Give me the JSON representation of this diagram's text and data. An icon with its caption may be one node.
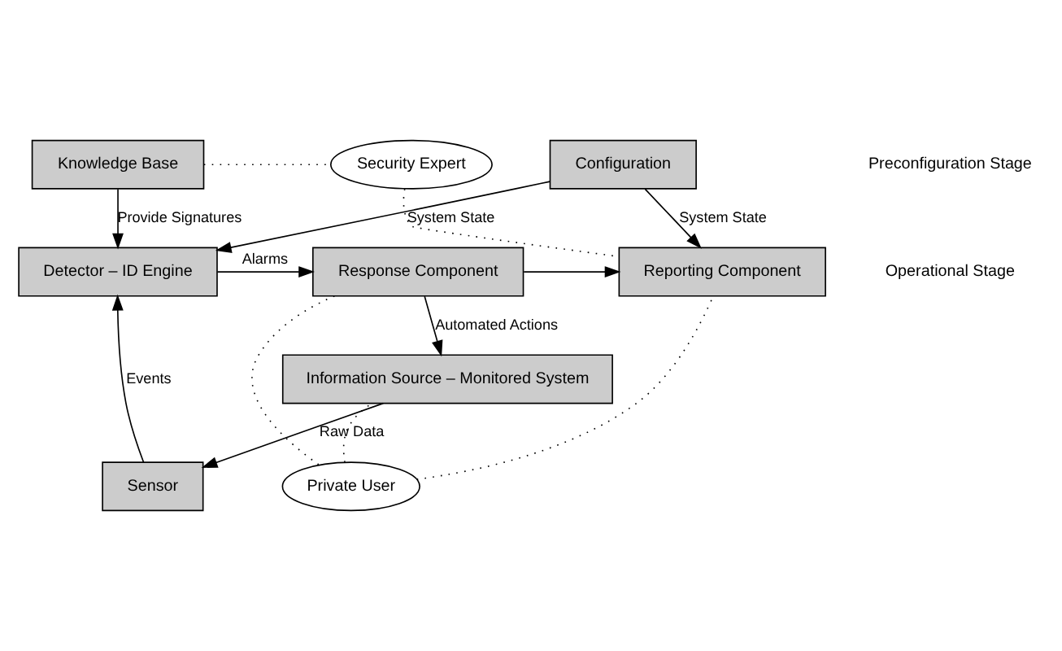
{
  "diagram": {
    "nodes": [
      {
        "text": [
          "Knowledge Base"
        ]
      },
      {
        "text": [
          "Security Expert"
        ]
      },
      {
        "text": [
          "Configuration"
        ]
      },
      {
        "text": [
          "Detector – ID Engine"
        ]
      },
      {
        "text": [
          "Response Component"
        ]
      },
      {
        "text": [
          "Reporting Component"
        ]
      },
      {
        "text": [
          "Sensor"
        ]
      },
      {
        "text": [
          "Private User"
        ]
      },
      {
        "text": [
          "Information Source – Monitored System"
        ]
      }
    ],
    "edges": [
      {
        "from": 0,
        "to": 3,
        "arrow": "to",
        "label": "Provide Signatures"
      },
      {
        "from": 0,
        "to": 1,
        "arrow": "none",
        "style": "dashed"
      },
      {
        "from": 1,
        "to": 5,
        "arrow": "none",
        "style": "dashed"
      },
      {
        "from": 2,
        "to": 3,
        "arrow": "to",
        "label": "System State"
      },
      {
        "from": 2,
        "to": 5,
        "arrow": "to",
        "label": "System State"
      },
      {
        "from": 3,
        "to": 4,
        "arrow": "to",
        "label": "Alarms"
      },
      {
        "from": 4,
        "to": 5,
        "arrow": "to"
      },
      {
        "from": 6,
        "to": 3,
        "arrow": "to",
        "label": "Events"
      },
      {
        "from": 8,
        "to": 6,
        "arrow": "to",
        "label": "Raw Data"
      },
      {
        "from": 4,
        "to": 8,
        "arrow": "to",
        "label": "Automated Actions"
      },
      {
        "from": 4,
        "to": 7,
        "arrow": "none",
        "style": "dashed"
      },
      {
        "from": 7,
        "to": 8,
        "arrow": "none",
        "style": "dashed"
      },
      {
        "from": 7,
        "to": 5,
        "arrow": "none",
        "style": "dashed"
      }
    ],
    "labels": [
      "Preconfiguration Stage",
      "Operational Stage"
    ]
  }
}
